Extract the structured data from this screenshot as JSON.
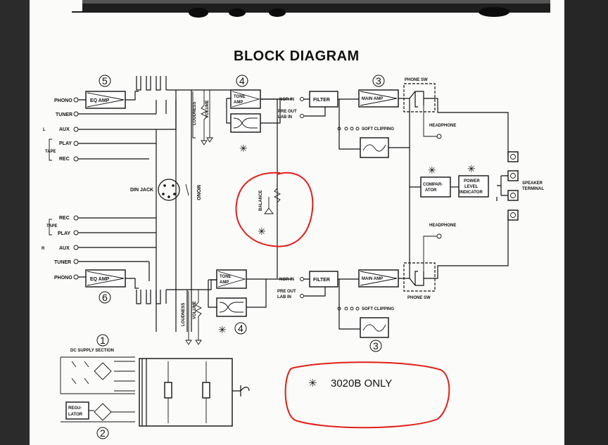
{
  "document": {
    "title": "BLOCK DIAGRAM",
    "note": "3020B ONLY",
    "note_mark": "✳",
    "annotation_color": "#e0201a",
    "circled_numbers": [
      "5",
      "4",
      "3",
      "6",
      "4",
      "3",
      "1",
      "2"
    ],
    "inputs_top": [
      "PHONO",
      "TUNER",
      "AUX",
      "PLAY",
      "REC"
    ],
    "inputs_bottom": [
      "REC",
      "PLAY",
      "AUX",
      "TUNER",
      "PHONO"
    ],
    "tape_label": "TAPE",
    "r_label": "R",
    "l_label": "L",
    "blocks": {
      "eq_amp": "EQ AMP",
      "tone_amp_1": "TONE",
      "tone_amp_2": "AMP",
      "filter": "FILTER",
      "main_amp": "MAIN AMP",
      "comparator_1": "COMPAR-",
      "comparator_2": "ATOR",
      "power_level_1": "POWER",
      "power_level_2": "LEVEL",
      "power_level_3": "INDICATOR",
      "regulator_1": "REGU-",
      "regulator_2": "LATOR"
    },
    "labels": {
      "nor_in": "NOR IN",
      "pre_out": "PRE OUT",
      "lab_in": "LAB IN",
      "soft_clipping": "SOFT CLIPPING",
      "phone_sw": "PHONE SW",
      "headphone": "HEADPHONE",
      "speaker_1": "SPEAKER",
      "speaker_2": "TERMINAL",
      "din_jack": "DIN JACK",
      "mono": "MONO",
      "loudness": "LOUDNESS",
      "volume": "VOLUME",
      "balance": "BALANCE",
      "dc_supply": "DC SUPPLY SECTION"
    }
  }
}
